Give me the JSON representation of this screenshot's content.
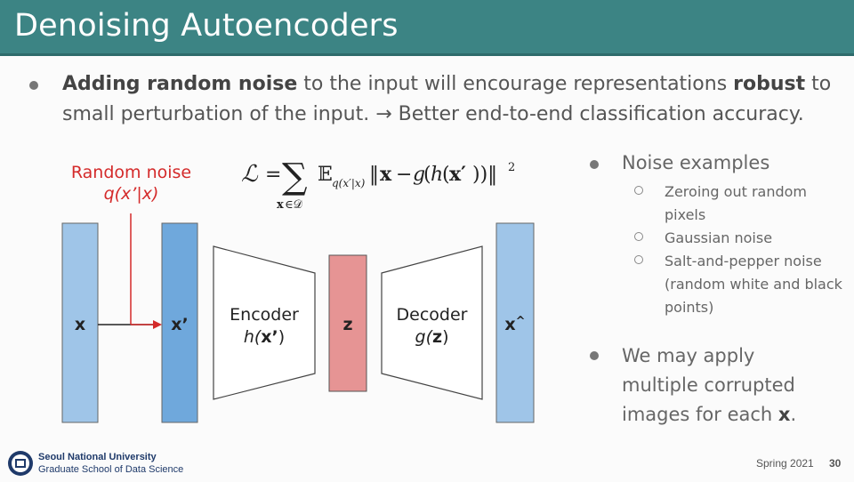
{
  "slide": {
    "title": "Denoising Autoencoders",
    "bullet1": {
      "bold1": "Adding random noise",
      "text1": " to the input will encourage representations ",
      "bold2": "robust",
      "text2": " to small perturbation of the input. → Better end-to-end classification accuracy."
    },
    "noise_label": {
      "line1": "Random noise",
      "line2": "q(x’|x)"
    },
    "diagram": {
      "x_label": "x",
      "x_prime_label": "x’",
      "encoder_label": "Encoder",
      "encoder_func": "h(",
      "encoder_arg": "x’",
      "encoder_close": ")",
      "z_label": "z",
      "decoder_label": "Decoder",
      "decoder_func": "g(",
      "decoder_arg": "z",
      "decoder_close": ")",
      "x_hat_label": "x",
      "x_hat_accent": "^"
    },
    "right": {
      "noise_examples": "Noise examples",
      "sub_items": [
        "Zeroing out random pixels",
        "Gaussian noise",
        "Salt-and-pepper noise (random white and black points)"
      ],
      "apply_text": "We may apply multiple corrupted images for each ",
      "apply_bold": "x",
      "apply_end": "."
    },
    "footer": {
      "university": "Seoul National University",
      "school": "Graduate School of Data Science",
      "semester": "Spring 2021",
      "page": "30"
    },
    "colors": {
      "title_bar": "#3c8484",
      "noise_red": "#d42a2a",
      "input_bar": "#9fc5e8",
      "noisy_bar": "#6fa8dc",
      "latent_bar": "#e69494",
      "output_bar": "#9fc5e8"
    }
  }
}
